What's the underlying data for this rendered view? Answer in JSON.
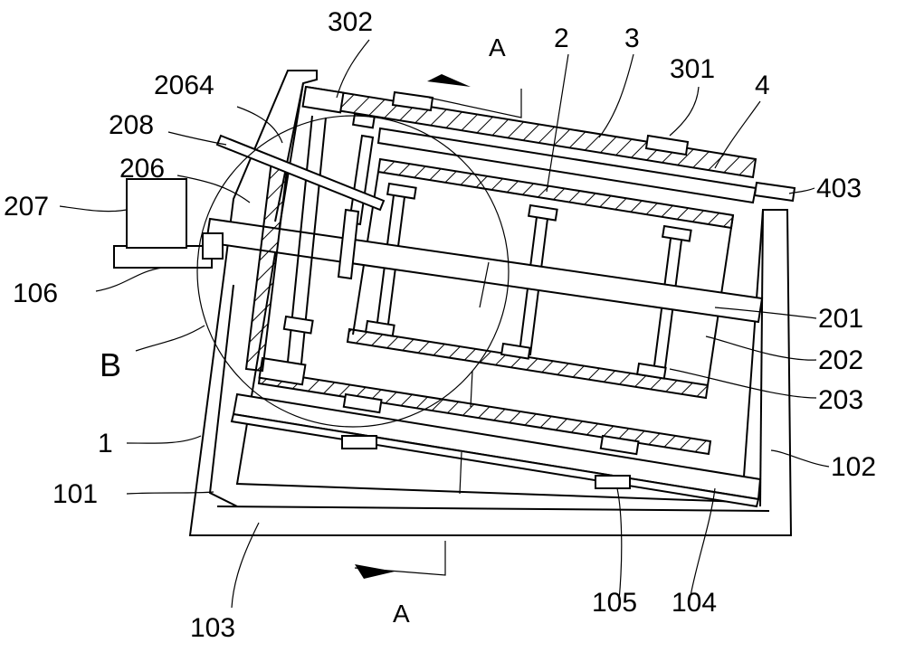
{
  "labels": {
    "l302": "302",
    "l2064": "2064",
    "l208": "208",
    "l206": "206",
    "l207": "207",
    "l106": "106",
    "lB": "B",
    "l1": "1",
    "l101": "101",
    "l103": "103",
    "l2": "2",
    "l3": "3",
    "l301": "301",
    "l4": "4",
    "l403": "403",
    "l201": "201",
    "l202": "202",
    "l203": "203",
    "l102": "102",
    "l104": "104",
    "l105": "105",
    "section_top": "A",
    "section_bottom": "A"
  }
}
